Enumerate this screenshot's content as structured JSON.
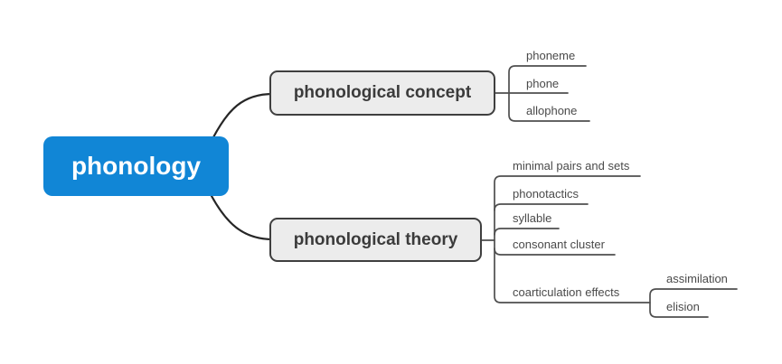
{
  "map": {
    "root": {
      "label": "phonology"
    },
    "branches": [
      {
        "label": "phonological concept",
        "children": [
          {
            "label": "phoneme"
          },
          {
            "label": "phone"
          },
          {
            "label": "allophone"
          }
        ]
      },
      {
        "label": "phonological theory",
        "children": [
          {
            "label": "minimal pairs and sets"
          },
          {
            "label": "phonotactics"
          },
          {
            "label": "syllable"
          },
          {
            "label": "consonant cluster"
          },
          {
            "label": "coarticulation effects",
            "children": [
              {
                "label": "assimilation"
              },
              {
                "label": "elision"
              }
            ]
          }
        ]
      }
    ]
  },
  "colors": {
    "root_background": "#1186d6",
    "root_text": "#ffffff",
    "branch_background": "#ececec",
    "branch_border": "#3f3f3f",
    "branch_text": "#3b3b3b",
    "leaf_text": "#4a4a4a",
    "branch_line": "#4f4f4f",
    "root_curve": "#262626",
    "page_background": "#ffffff"
  }
}
